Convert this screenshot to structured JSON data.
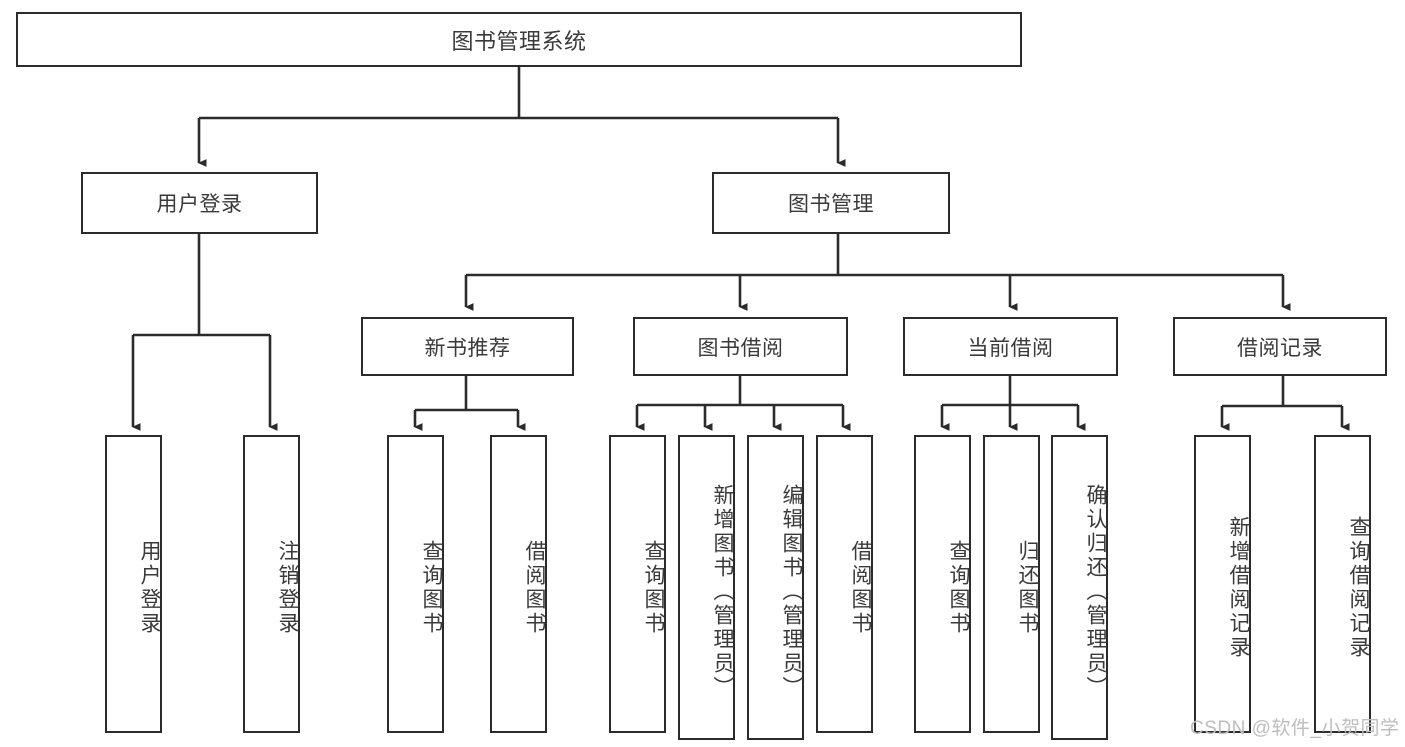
{
  "diagram": {
    "type": "tree",
    "title": "图书管理系统",
    "watermark": "CSDN @软件_小贺同学",
    "colors": {
      "box_border": "#2b2b2b",
      "text": "#3a3a3a",
      "line": "#2b2b2b",
      "background": "#ffffff",
      "watermark": "#bdbdbd"
    },
    "nodes": {
      "root": {
        "label": "图书管理系统"
      },
      "level2": [
        {
          "label": "用户登录"
        },
        {
          "label": "图书管理"
        }
      ],
      "level3": [
        {
          "label": "新书推荐"
        },
        {
          "label": "图书借阅"
        },
        {
          "label": "当前借阅"
        },
        {
          "label": "借阅记录"
        }
      ],
      "leaves": {
        "user_login": [
          {
            "label": "用户登录"
          },
          {
            "label": "注销登录"
          }
        ],
        "new_book_recommend": [
          {
            "label": "查询图书"
          },
          {
            "label": "借阅图书"
          }
        ],
        "book_borrow": [
          {
            "label": "查询图书"
          },
          {
            "label": "新增图书（管理员）"
          },
          {
            "label": "编辑图书（管理员）"
          },
          {
            "label": "借阅图书"
          }
        ],
        "current_borrow": [
          {
            "label": "查询图书"
          },
          {
            "label": "归还图书"
          },
          {
            "label": "确认归还（管理员）"
          }
        ],
        "borrow_record": [
          {
            "label": "新增借阅记录"
          },
          {
            "label": "查询借阅记录"
          }
        ]
      }
    }
  }
}
